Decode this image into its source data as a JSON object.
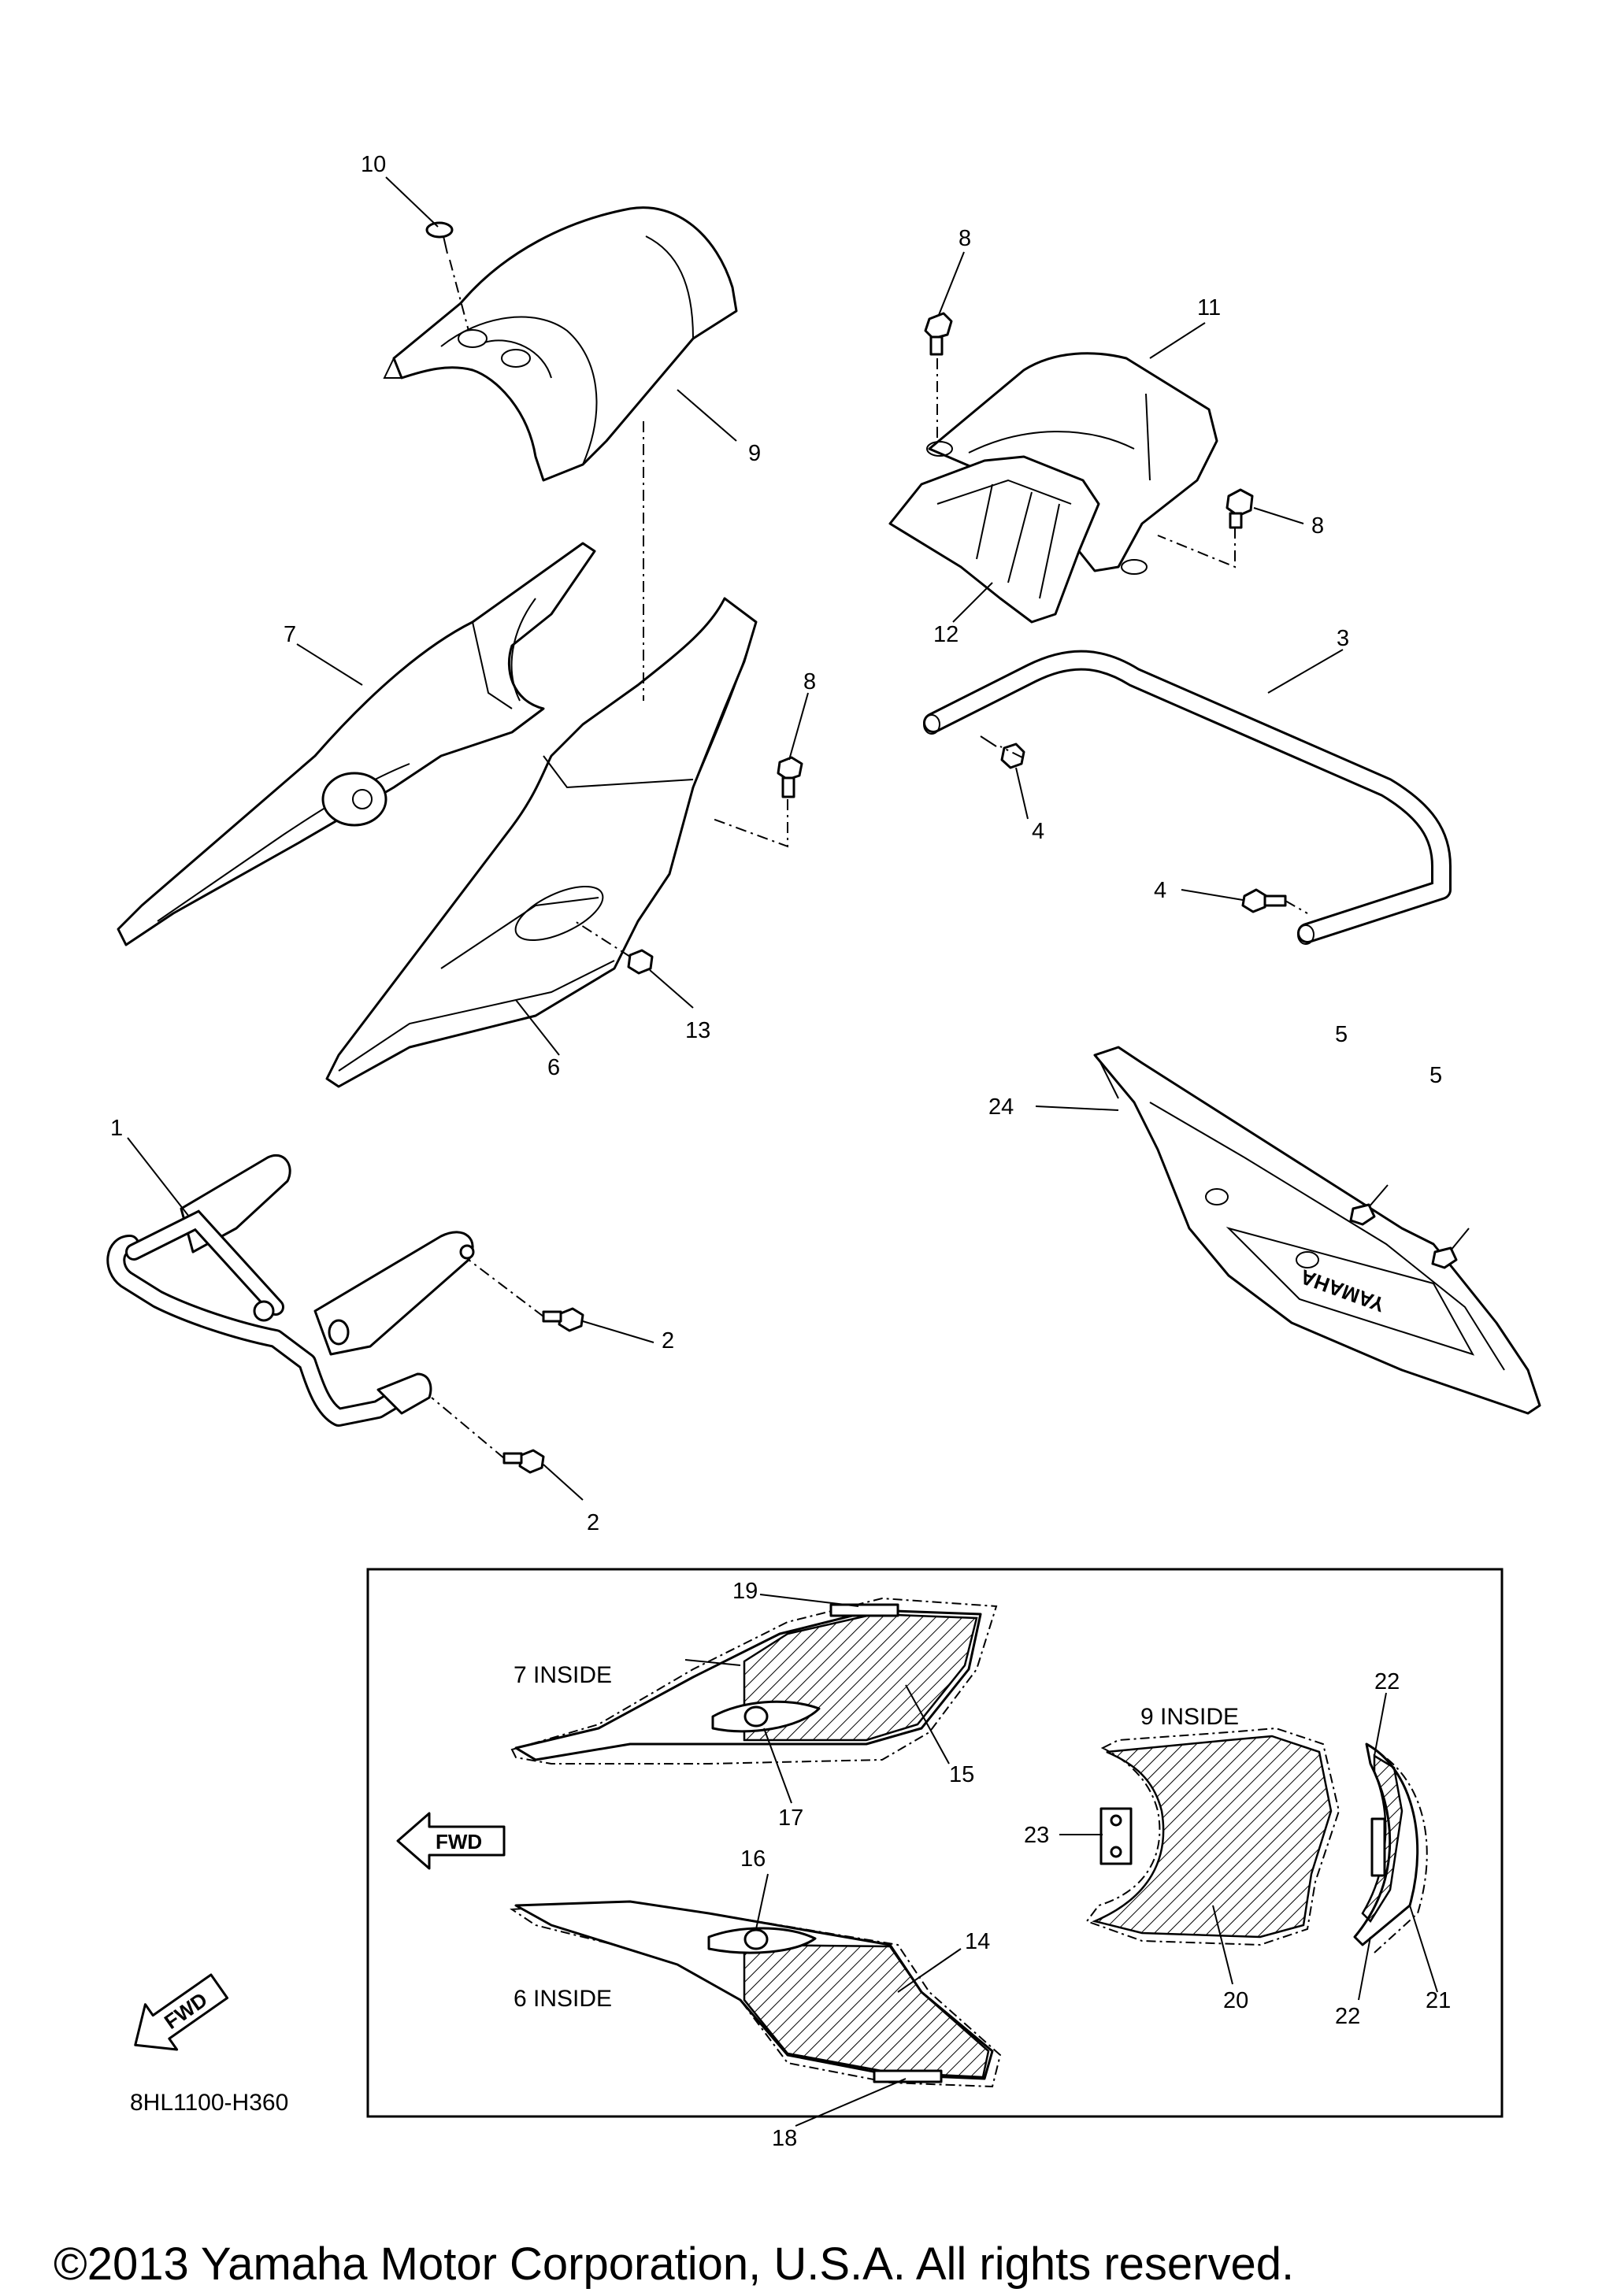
{
  "diagram": {
    "callouts": {
      "p1": "1",
      "p2a": "2",
      "p2b": "2",
      "p3": "3",
      "p4a": "4",
      "p4b": "4",
      "p5a": "5",
      "p5b": "5",
      "p6": "6",
      "p7": "7",
      "p8a": "8",
      "p8b": "8",
      "p8c": "8",
      "p9": "9",
      "p10": "10",
      "p11": "11",
      "p12": "12",
      "p13": "13",
      "p14": "14",
      "p15": "15",
      "p16": "16",
      "p17": "17",
      "p18": "18",
      "p19": "19",
      "p20": "20",
      "p21": "21",
      "p22a": "22",
      "p22b": "22",
      "p23": "23",
      "p24": "24"
    },
    "inset_captions": {
      "seven_inside": "7 INSIDE",
      "six_inside": "6 INSIDE",
      "nine_inside": "9 INSIDE"
    },
    "fwd_label": "FWD",
    "fwd_label_small": "FWD",
    "emblem_text": "YAMAHA",
    "diagram_code": "8HL1100-H360",
    "copyright": "©2013 Yamaha Motor Corporation, U.S.A. All rights reserved."
  }
}
